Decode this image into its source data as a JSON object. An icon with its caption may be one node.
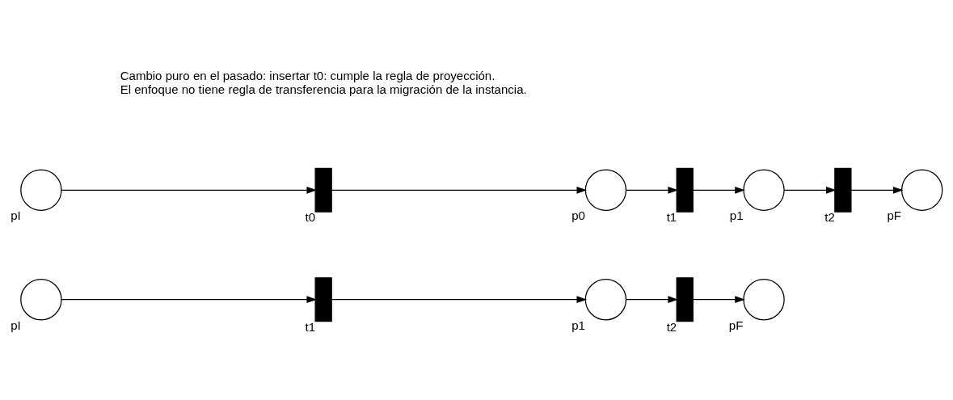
{
  "diagram": {
    "nodes": [
      {
        "text": [],
        "shape": "circle",
        "beside": [
          "pI"
        ]
      },
      {
        "text": [],
        "shape": "bar",
        "beside": [
          "t1"
        ]
      },
      {
        "text": [],
        "shape": "circle",
        "beside": [
          "p1"
        ]
      },
      {
        "text": [],
        "shape": "bar",
        "beside": [
          "t2"
        ]
      },
      {
        "text": [],
        "shape": "circle",
        "beside": [
          "pF"
        ]
      },
      {
        "text": [],
        "shape": "circle",
        "beside": [
          "pI"
        ]
      },
      {
        "text": [],
        "shape": "bar",
        "beside": [
          "t0"
        ]
      },
      {
        "text": [],
        "shape": "circle",
        "beside": [
          "p0"
        ]
      },
      {
        "text": [],
        "shape": "bar",
        "beside": [
          "t1"
        ]
      },
      {
        "text": [],
        "shape": "circle",
        "beside": [
          "p1"
        ]
      },
      {
        "text": [],
        "shape": "bar",
        "beside": [
          "t2"
        ]
      },
      {
        "text": [],
        "shape": "circle",
        "beside": [
          "pF"
        ]
      }
    ],
    "edges": [
      {
        "from": 0,
        "to": 1,
        "arrow": "to"
      },
      {
        "from": 1,
        "to": 2,
        "arrow": "to"
      },
      {
        "from": 2,
        "to": 3,
        "arrow": "to"
      },
      {
        "from": 3,
        "to": 4,
        "arrow": "to"
      },
      {
        "from": 5,
        "to": 6,
        "arrow": "to"
      },
      {
        "from": 6,
        "to": 7,
        "arrow": "to"
      },
      {
        "from": 7,
        "to": 8,
        "arrow": "to"
      },
      {
        "from": 8,
        "to": 9,
        "arrow": "to"
      },
      {
        "from": 9,
        "to": 10,
        "arrow": "to"
      },
      {
        "from": 10,
        "to": 11,
        "arrow": "to"
      }
    ],
    "labels": [
      "Cambio puro en el pasado: insertar t0: cumple la regla de proyección.",
      "El enfoque no tiene regla de transferencia para la migración de la instancia."
    ]
  }
}
